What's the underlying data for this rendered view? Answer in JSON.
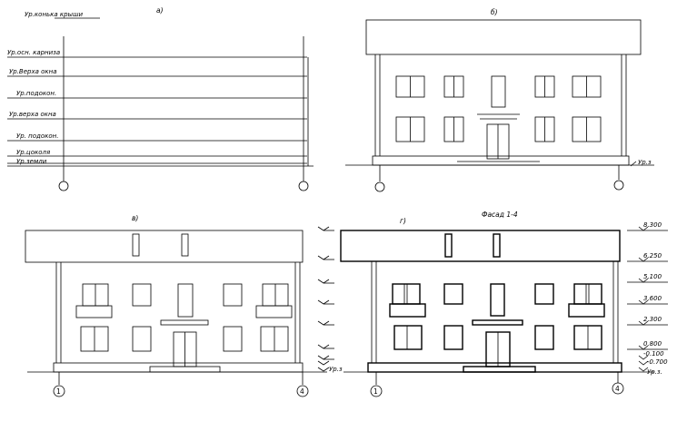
{
  "panels": {
    "a": {
      "title": "а)",
      "levels": [
        "Ур.конька крыши",
        "Ур.осн. карниза",
        "Ур.Верха окна",
        "Ур.подокон.",
        "Ур.верха окна",
        "Ур. подокон.",
        "Ур.цоколя",
        "Ур.земли"
      ]
    },
    "b": {
      "title": "б)",
      "ground_label": "Ур.з"
    },
    "v": {
      "title": "в)",
      "ground_label": "Ур.з",
      "axis_left": "1",
      "axis_right": "4"
    },
    "g": {
      "title": "г)",
      "facade_title": "Фасад 1-4",
      "axis_left": "1",
      "axis_right": "4",
      "elevations": [
        "8.300",
        "6.250",
        "5.100",
        "3.600",
        "2.300",
        "0.800",
        "-0.100",
        "-0.700",
        "Ур.з."
      ]
    }
  }
}
